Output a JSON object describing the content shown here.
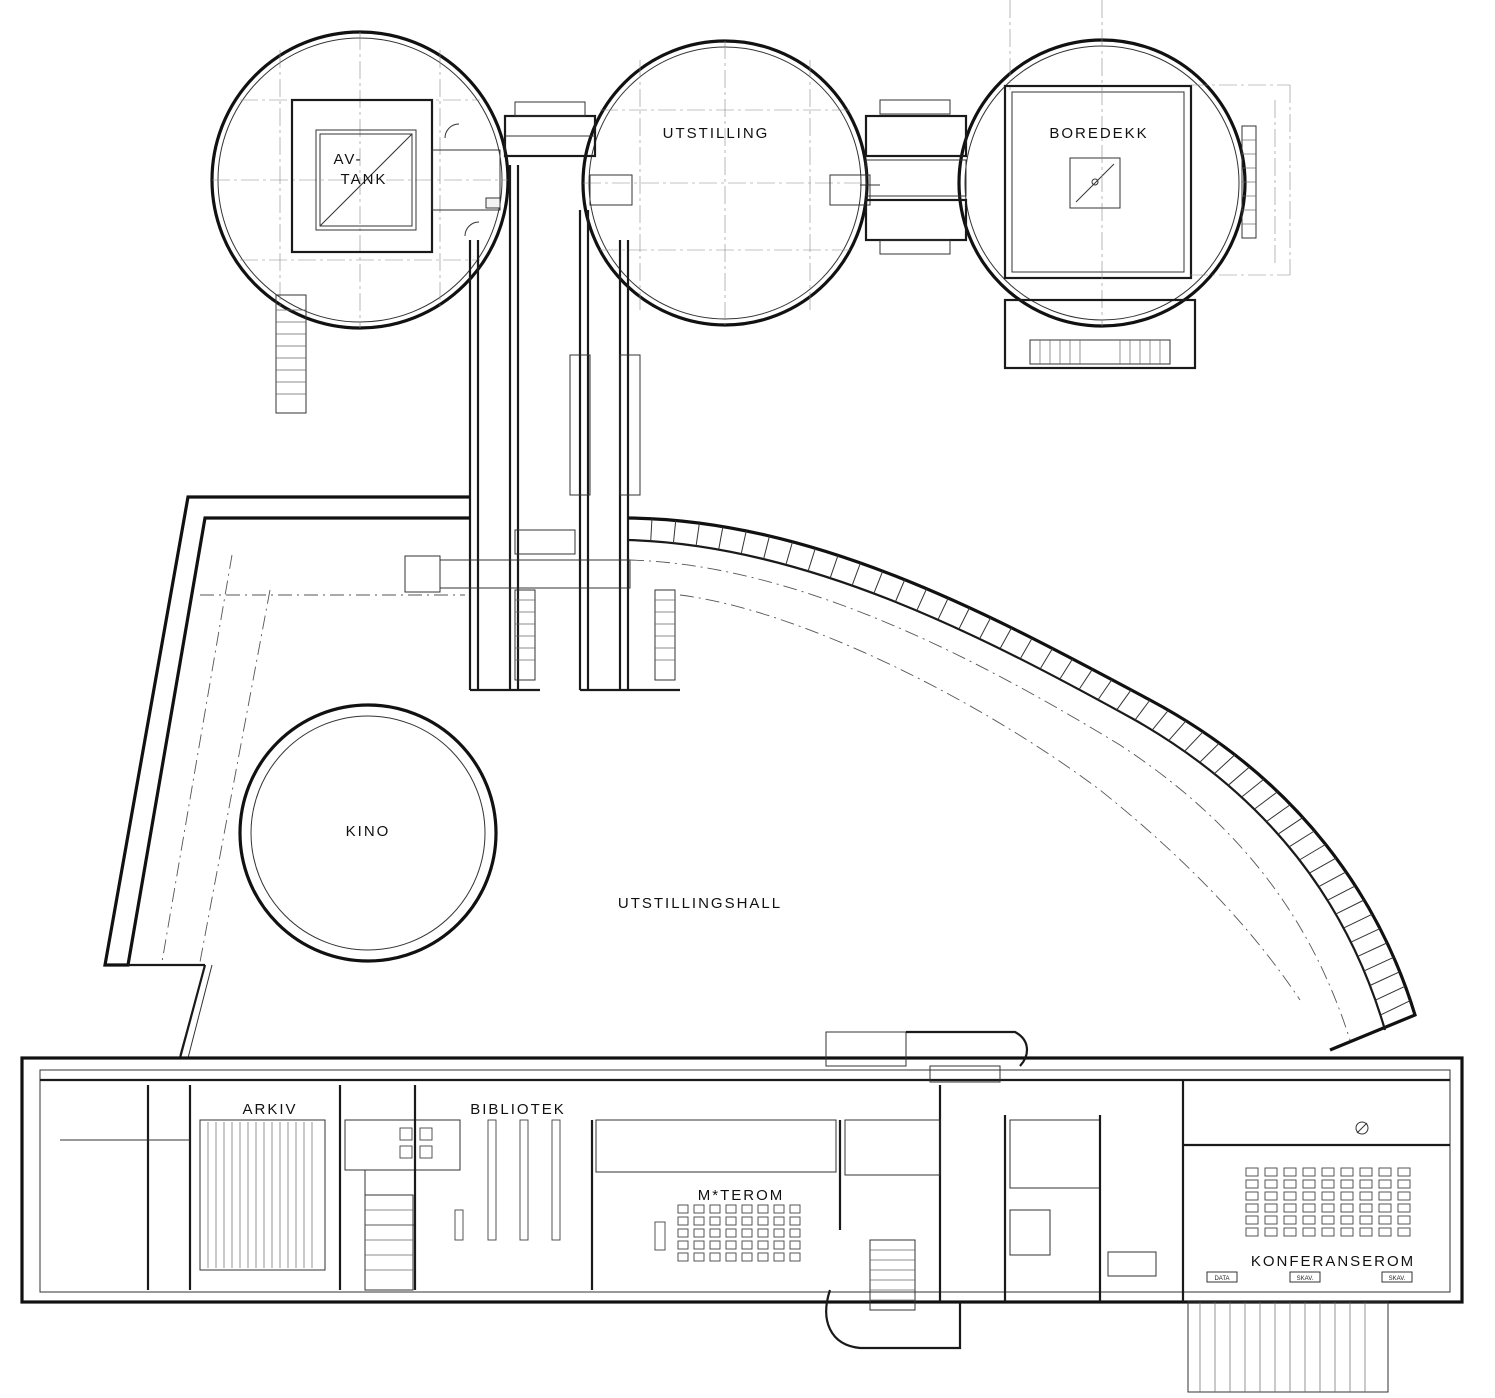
{
  "rooms": {
    "avtank_line1": "AV-",
    "avtank_line2": "TANK",
    "utstilling": "UTSTILLING",
    "boredekk": "BOREDEKK",
    "kino": "KINO",
    "utstillingshall": "UTSTILLINGSHALL",
    "arkiv": "ARKIV",
    "bibliotek": "BIBLIOTEK",
    "moterom": "M*TEROM",
    "konferanserom": "KONFERANSEROM"
  },
  "small_labels": {
    "data": "DATA",
    "skap1": "SKAV.",
    "skap2": "SKAV."
  },
  "colors": {
    "ink": "#111111",
    "paper": "#ffffff"
  }
}
